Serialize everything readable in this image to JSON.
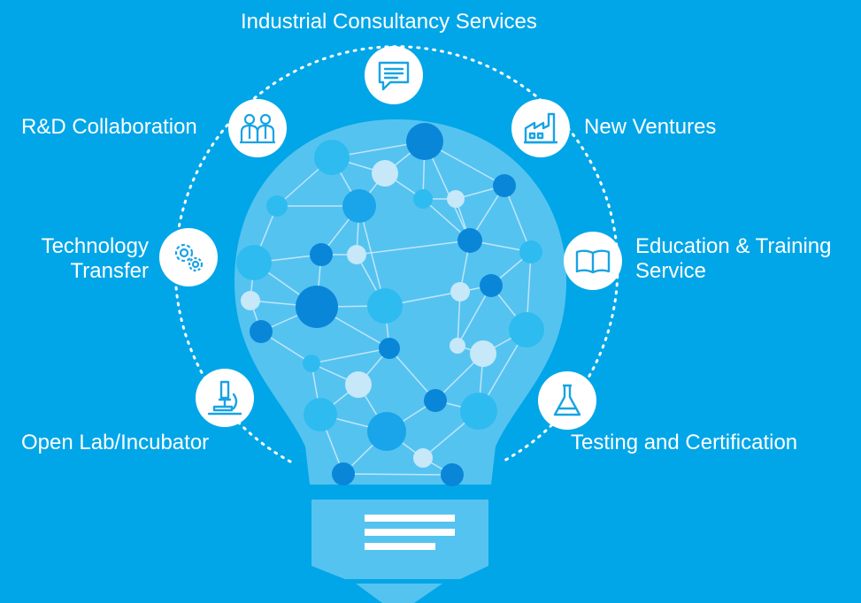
{
  "diagram": {
    "colors": {
      "background": "#00a6e8",
      "bulb": "#55c3f0",
      "node_dark": "#0a86d8",
      "node_mid": "#1aa4ea",
      "node_light": "#2ebbf0",
      "node_pale": "#c6e8f9",
      "icon": "#18a3e4"
    },
    "services": [
      {
        "id": "consultancy",
        "lines": [
          "Industrial Consultancy Services"
        ],
        "icon": "chat-bubble-icon"
      },
      {
        "id": "rnd",
        "lines": [
          "R&D Collaboration"
        ],
        "icon": "two-people-icon"
      },
      {
        "id": "ventures",
        "lines": [
          "New Ventures"
        ],
        "icon": "factory-icon"
      },
      {
        "id": "tech-transfer",
        "lines": [
          "Technology",
          "Transfer"
        ],
        "icon": "gears-icon"
      },
      {
        "id": "education",
        "lines": [
          "Education & Training",
          "Service"
        ],
        "icon": "open-book-icon"
      },
      {
        "id": "open-lab",
        "lines": [
          "Open Lab/Incubator"
        ],
        "icon": "microscope-icon"
      },
      {
        "id": "testing",
        "lines": [
          "Testing and Certification"
        ],
        "icon": "flask-icon"
      }
    ]
  }
}
